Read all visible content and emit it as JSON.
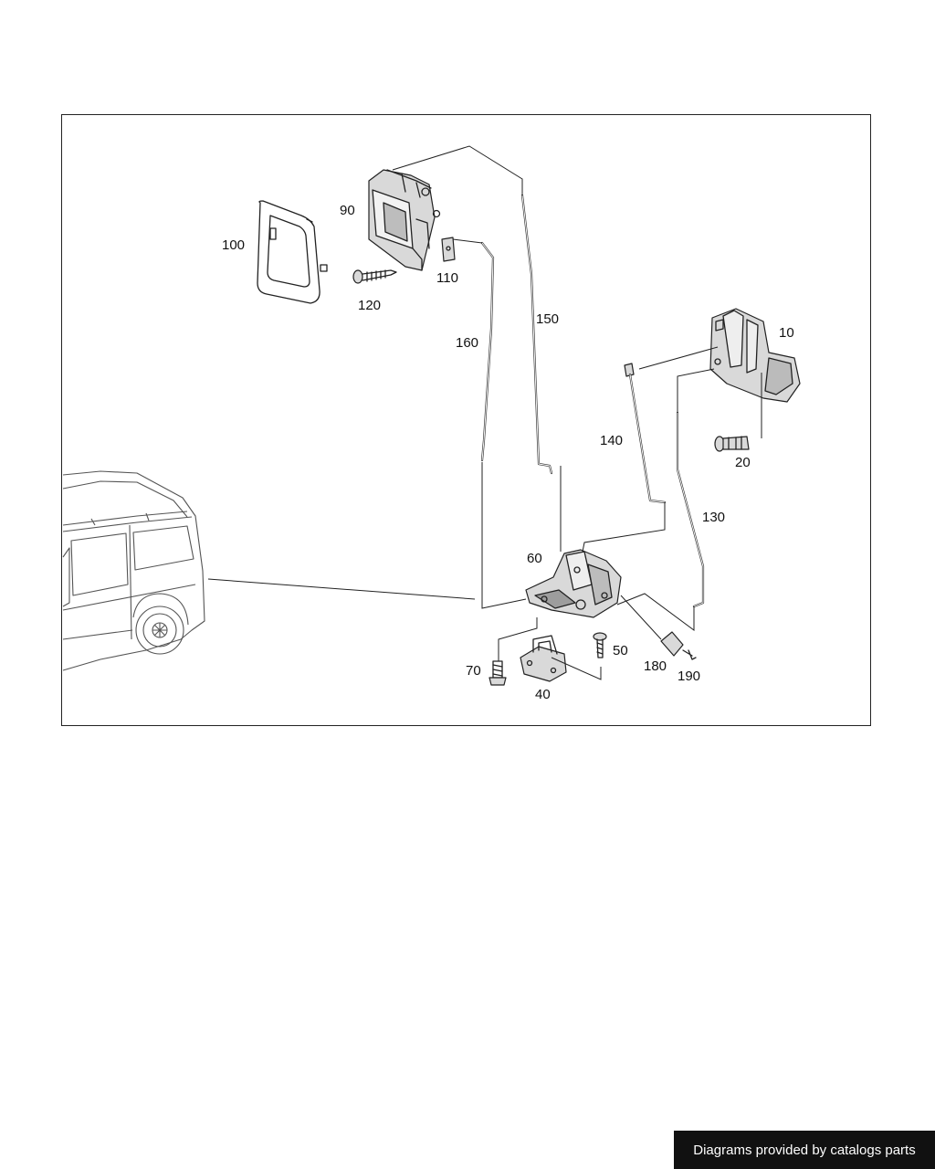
{
  "diagram": {
    "callouts": {
      "p10": "10",
      "p20": "20",
      "p40": "40",
      "p50": "50",
      "p60": "60",
      "p70": "70",
      "p90": "90",
      "p100": "100",
      "p110": "110",
      "p120": "120",
      "p130": "130",
      "p140": "140",
      "p150": "150",
      "p160": "160",
      "p180": "180",
      "p190": "190"
    }
  },
  "credit": "Diagrams provided by catalogs parts"
}
